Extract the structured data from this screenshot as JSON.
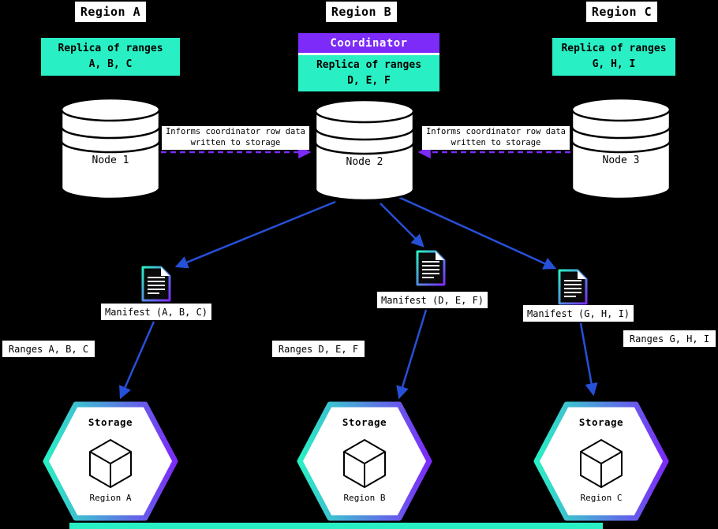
{
  "colors": {
    "background": "#000000",
    "accent_cyan": "#29f0c4",
    "accent_purple": "#7c2bf8",
    "arrow_blue": "#2750d8",
    "box_white": "#ffffff",
    "text_black": "#000000"
  },
  "regions": [
    {
      "title": "Region A",
      "replica": "Replica of ranges\nA, B, C",
      "node": "Node 1",
      "manifest": "Manifest (A, B, C)",
      "ranges": "Ranges A, B, C",
      "storage_title": "Storage",
      "storage_region": "Region A"
    },
    {
      "title": "Region B",
      "coordinator": "Coordinator",
      "replica": "Replica of ranges\nD, E, F",
      "node": "Node 2",
      "manifest": "Manifest (D, E, F)",
      "ranges": "Ranges D, E, F",
      "storage_title": "Storage",
      "storage_region": "Region B"
    },
    {
      "title": "Region C",
      "replica": "Replica of ranges\nG, H, I",
      "node": "Node 3",
      "manifest": "Manifest (G, H, I)",
      "ranges": "Ranges G, H, I",
      "storage_title": "Storage",
      "storage_region": "Region C"
    }
  ],
  "annotations": {
    "inform_left": "Informs coordinator row data\nwritten to storage",
    "inform_right": "Informs coordinator row data\nwritten to storage"
  }
}
